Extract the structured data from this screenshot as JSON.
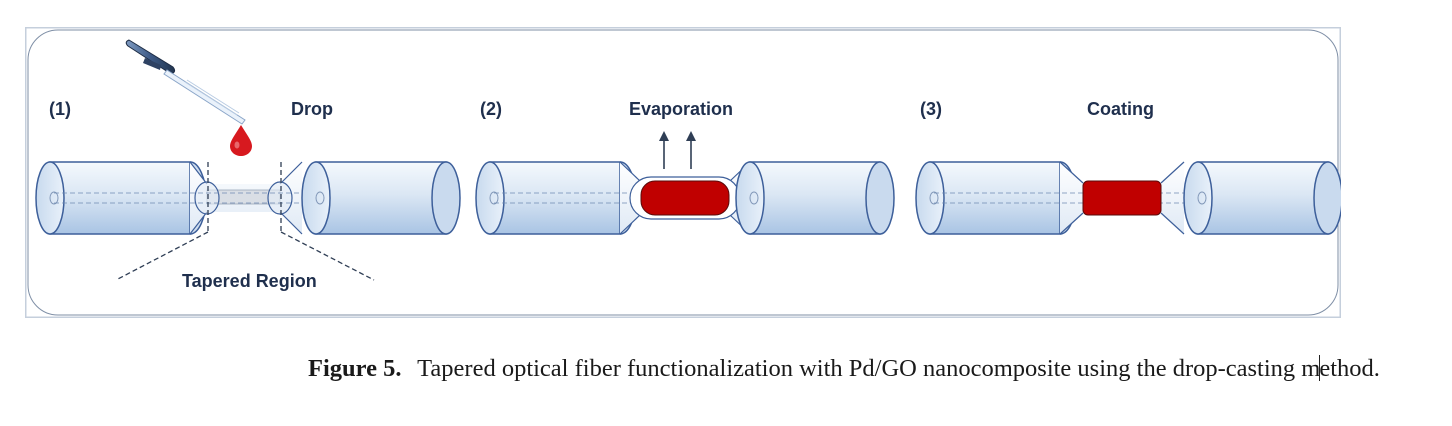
{
  "diagram": {
    "steps": [
      {
        "number": "(1)",
        "title": "Drop"
      },
      {
        "number": "(2)",
        "title": "Evaporation"
      },
      {
        "number": "(3)",
        "title": "Coating"
      }
    ],
    "region_label": "Tapered Region"
  },
  "caption": {
    "label": "Figure 5.",
    "text_part1": "Tapered optical fiber functionalization with Pd/GO nanocomposite using the drop-casting m",
    "text_part2": "ethod."
  },
  "colors": {
    "panel_border": "#c5cfdc",
    "fiber_light": "#ffffff",
    "fiber_mid": "#d6e4f2",
    "fiber_dark": "#9fbde0",
    "fiber_outline": "#3d5f9a",
    "label_text": "#1f2f4d",
    "coating_red": "#c00000",
    "drop_red": "#d7191f",
    "dropper_dark": "#2e4263"
  },
  "icons": [
    "dropper-icon",
    "drop-icon",
    "evaporation-arrow-icon"
  ]
}
